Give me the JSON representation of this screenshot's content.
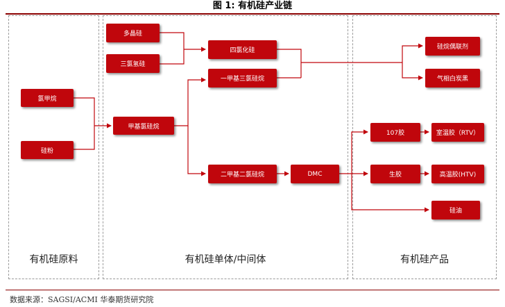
{
  "title": "图 1: 有机硅产业链",
  "source": "数据来源：SAGSI/ACMI 华泰期货研究院",
  "panels": {
    "raw": "有机硅原料",
    "mid": "有机硅单体/中间体",
    "product": "有机硅产品"
  },
  "nodes": {
    "chloromethane": "氯甲烷",
    "silicon_powder": "硅粉",
    "methylchlorosilane": "甲基氯硅烷",
    "polysilicon": "多晶硅",
    "trichlorosilane": "三氯氢硅",
    "silicon_tetrachloride": "四氯化硅",
    "methyltrichlorosilane": "一甲基三氯硅烷",
    "dimethyldichlorosilane": "二甲基二氯硅烷",
    "dmc": "DMC",
    "silane_coupling_agent": "硅烷偶联剂",
    "fumed_silica": "气相白炭黑",
    "glue_107": "107胶",
    "raw_rubber": "生胶",
    "silicone_oil": "硅油",
    "rtv": "室温胶（RTV）",
    "htv": "高温胶(HTV)"
  },
  "colors": {
    "node_fill": "#c0060c",
    "rule": "#8a0000",
    "panel_border": "#9a9a9a"
  }
}
